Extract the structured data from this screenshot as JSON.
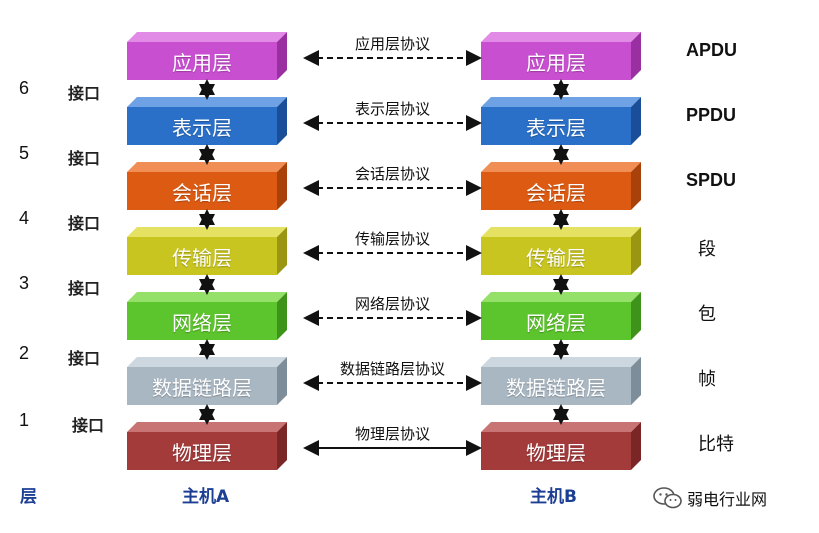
{
  "layers": [
    {
      "name": "应用层",
      "color": "#c94fd1",
      "top_color": "#e18ae6",
      "side_color": "#9a2fa1",
      "protocol": "应用层协议",
      "pdu": "APDU"
    },
    {
      "name": "表示层",
      "color": "#2a70c9",
      "top_color": "#6ea2e4",
      "side_color": "#1a4e98",
      "protocol": "表示层协议",
      "pdu": "PPDU"
    },
    {
      "name": "会话层",
      "color": "#dd5a12",
      "top_color": "#f08e55",
      "side_color": "#a8410a",
      "protocol": "会话层协议",
      "pdu": "SPDU"
    },
    {
      "name": "传输层",
      "color": "#c8c420",
      "top_color": "#e5e263",
      "side_color": "#9a9612",
      "protocol": "传输层协议",
      "pdu": "段"
    },
    {
      "name": "网络层",
      "color": "#5cc42c",
      "top_color": "#95e068",
      "side_color": "#3e941a",
      "protocol": "网络层协议",
      "pdu": "包"
    },
    {
      "name": "数据链路层",
      "color": "#a9b7c3",
      "top_color": "#cdd7df",
      "side_color": "#7e8d9a",
      "protocol": "数据链路层协议",
      "pdu": "帧"
    },
    {
      "name": "物理层",
      "color": "#a33b3b",
      "top_color": "#c97474",
      "side_color": "#7a2626",
      "protocol": "物理层协议",
      "pdu": "比特"
    }
  ],
  "interfaces": [
    {
      "num": "6",
      "label": "接口"
    },
    {
      "num": "5",
      "label": "接口"
    },
    {
      "num": "4",
      "label": "接口"
    },
    {
      "num": "3",
      "label": "接口"
    },
    {
      "num": "2",
      "label": "接口"
    },
    {
      "num": "1",
      "label": "接口"
    }
  ],
  "bottom": {
    "layer_label": "层",
    "host_a": "主机A",
    "host_b": "主机B"
  },
  "watermark": {
    "text": "弱电行业网",
    "icon": "wechat-icon"
  },
  "colors": {
    "label_blue": "#1c3f94",
    "arrow": "#111111"
  }
}
